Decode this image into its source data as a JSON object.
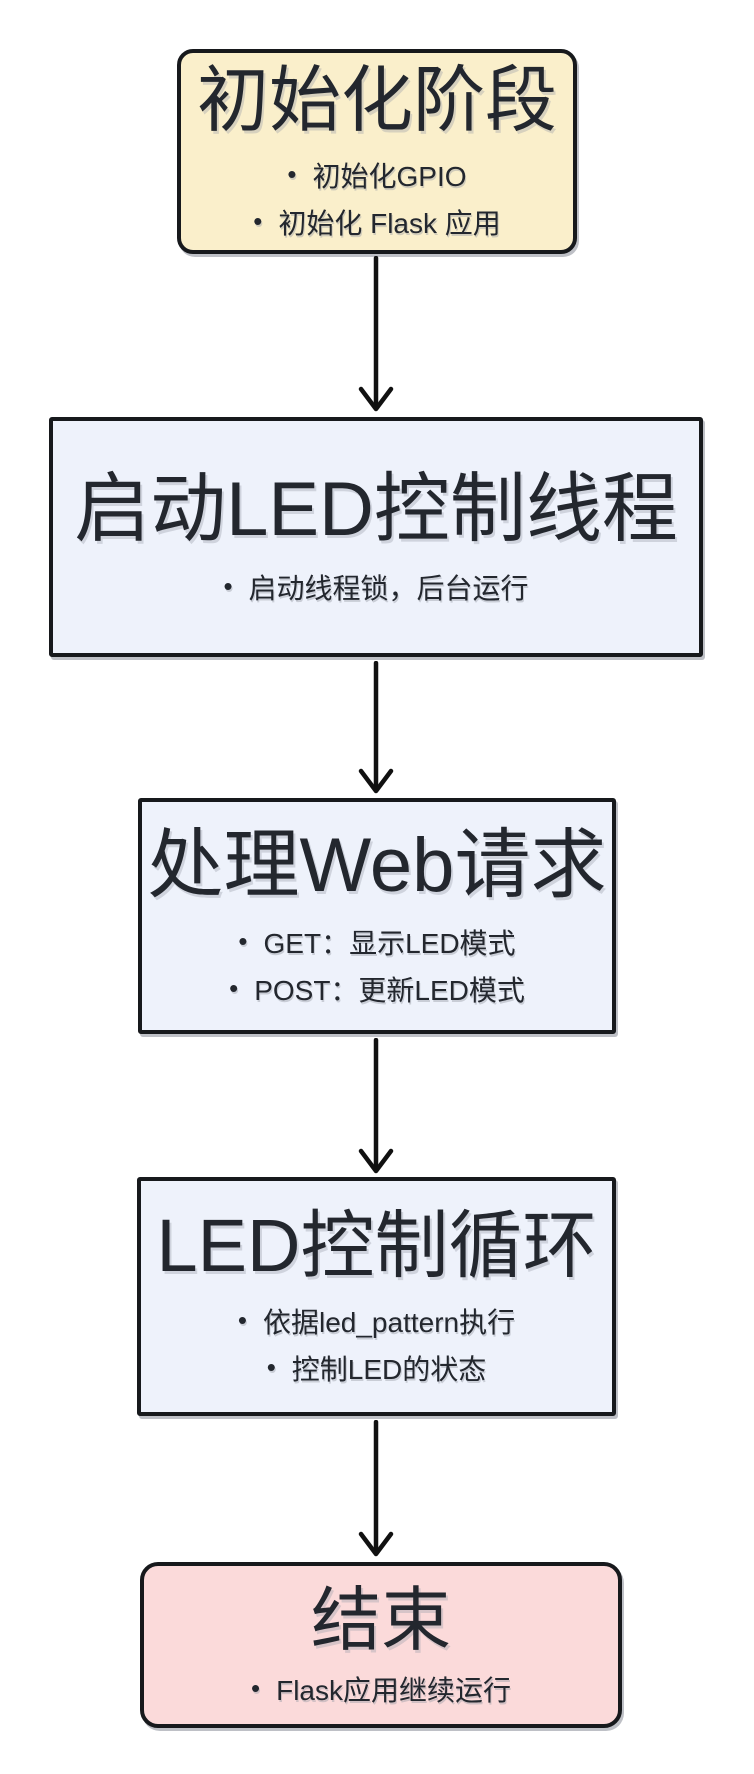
{
  "flowchart": {
    "bullet_glyph": "•",
    "colors": {
      "background": "#FFFFFF",
      "start_fill": "#FAEFCB",
      "process_fill": "#EEF2FB",
      "end_fill": "#FBDADA",
      "border": "#17191C",
      "text": "#23272E",
      "arrow": "#111111"
    },
    "nodes": [
      {
        "id": "initialization-phase",
        "title": "初始化阶段",
        "bullets": [
          "初始化GPIO",
          "初始化 Flask 应用"
        ]
      },
      {
        "id": "start-led-control-thread",
        "title": "启动LED控制线程",
        "bullets": [
          "启动线程锁，后台运行"
        ]
      },
      {
        "id": "handle-web-requests",
        "title": "处理Web请求",
        "bullets": [
          "GET：显示LED模式",
          "POST：更新LED模式"
        ]
      },
      {
        "id": "led-control-loop",
        "title": "LED控制循环",
        "bullets": [
          "依据led_pattern执行",
          "控制LED的状态"
        ]
      },
      {
        "id": "end",
        "title": "结束",
        "bullets": [
          "Flask应用继续运行"
        ]
      }
    ]
  }
}
